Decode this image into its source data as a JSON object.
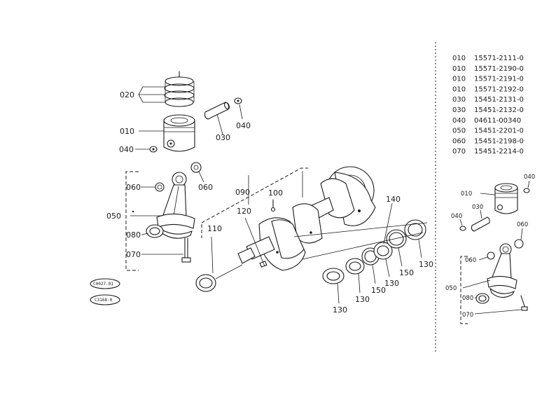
{
  "callouts": {
    "c020": "020",
    "c010": "010",
    "c040a": "040",
    "c030": "030",
    "c040b": "040",
    "c060a": "060",
    "c060b": "060",
    "c050": "050",
    "c080": "080",
    "c070": "070",
    "c090": "090",
    "c100": "100",
    "c120": "120",
    "c110": "110",
    "c140": "140",
    "c130a": "130",
    "c130b": "130",
    "c150a": "150",
    "c130c": "130",
    "c150b": "150",
    "c130d": "130"
  },
  "stamps": {
    "top": "C0027-01",
    "bottom": "C3168-0"
  },
  "parts_list": [
    {
      "ref": "010",
      "part": "15571-2111-0"
    },
    {
      "ref": "010",
      "part": "15571-2190-0"
    },
    {
      "ref": "010",
      "part": "15571-2191-0"
    },
    {
      "ref": "010",
      "part": "15571-2192-0"
    },
    {
      "ref": "030",
      "part": "15451-2131-0"
    },
    {
      "ref": "030",
      "part": "15451-2132-0"
    },
    {
      "ref": "040",
      "part": "04611-00340"
    },
    {
      "ref": "050",
      "part": "15451-2201-0"
    },
    {
      "ref": "060",
      "part": "15451-2198-0"
    },
    {
      "ref": "070",
      "part": "15451-2214-0"
    }
  ],
  "inset_callouts": {
    "i040a": "040",
    "i010": "010",
    "i030": "030",
    "i040b": "040",
    "i060a": "060",
    "i060b": "060",
    "i050": "050",
    "i080": "080",
    "i070": "070"
  }
}
